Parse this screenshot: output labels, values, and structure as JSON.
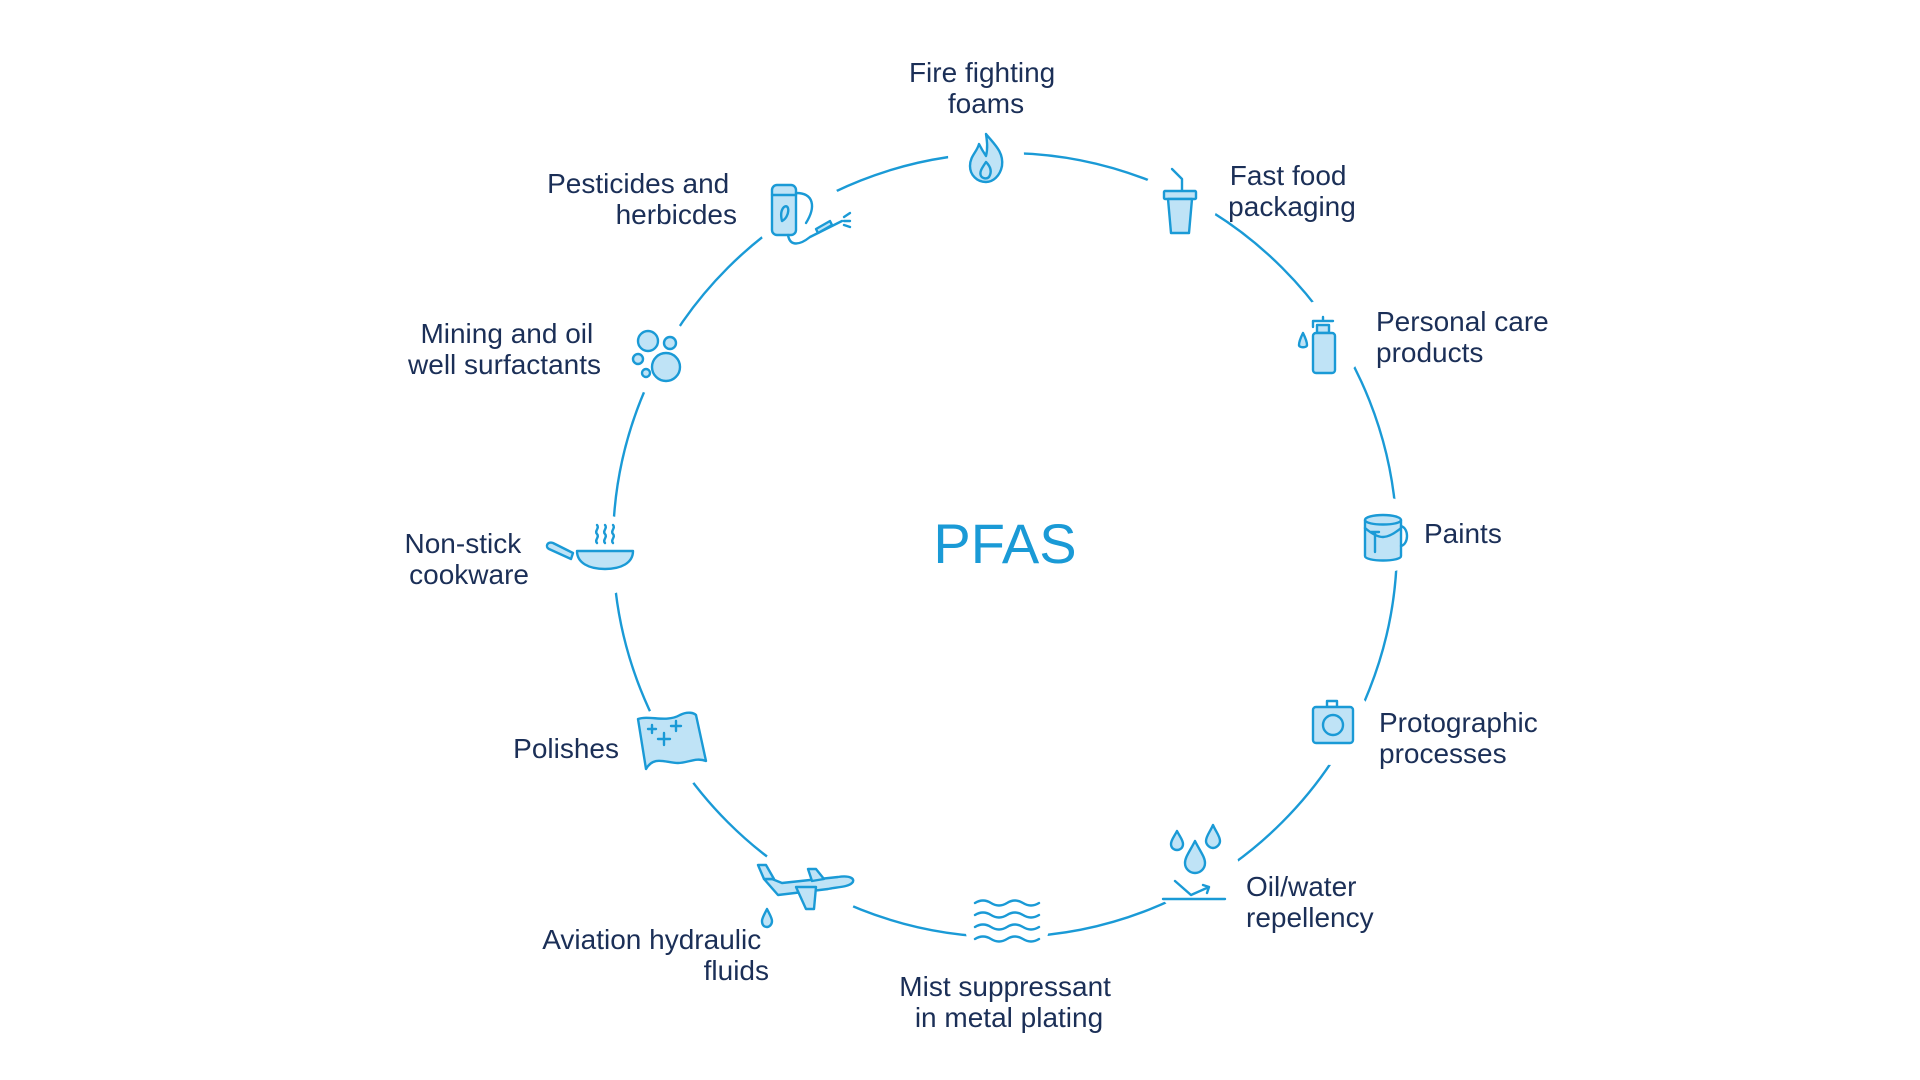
{
  "center": {
    "label": "PFAS"
  },
  "items": [
    {
      "id": "fire-fighting-foams",
      "icon": "flame-icon",
      "lines": [
        "Fire fighting",
        "foams"
      ]
    },
    {
      "id": "fast-food-packaging",
      "icon": "cup-icon",
      "lines": [
        "Fast food",
        "packaging"
      ]
    },
    {
      "id": "personal-care-products",
      "icon": "soap-dispenser-icon",
      "lines": [
        "Personal care",
        "products"
      ]
    },
    {
      "id": "paints",
      "icon": "paint-bucket-icon",
      "lines": [
        "Paints"
      ]
    },
    {
      "id": "photographic-processes",
      "icon": "camera-icon",
      "lines": [
        "Protographic",
        "processes"
      ]
    },
    {
      "id": "oil-water-repellency",
      "icon": "water-drops-icon",
      "lines": [
        "Oil/water",
        "repellency"
      ]
    },
    {
      "id": "mist-suppressant",
      "icon": "waves-icon",
      "lines": [
        "Mist suppressant",
        "in metal plating"
      ]
    },
    {
      "id": "aviation-hydraulic-fluids",
      "icon": "airplane-icon",
      "lines": [
        "Aviation hydraulic",
        "fluids"
      ]
    },
    {
      "id": "polishes",
      "icon": "polishing-cloth-icon",
      "lines": [
        "Polishes"
      ]
    },
    {
      "id": "non-stick-cookware",
      "icon": "frying-pan-icon",
      "lines": [
        "Non-stick",
        "cookware"
      ]
    },
    {
      "id": "mining-oil-well-surfactants",
      "icon": "bubbles-icon",
      "lines": [
        "Mining and oil",
        "well surfactants"
      ]
    },
    {
      "id": "pesticides-herbicides",
      "icon": "sprayer-icon",
      "lines": [
        "Pesticides and",
        "herbicdes"
      ]
    }
  ],
  "colors": {
    "accent": "#1a9ad6",
    "icon_fill": "#bfe3f6",
    "text": "#1b2f57",
    "background": "#ffffff"
  }
}
